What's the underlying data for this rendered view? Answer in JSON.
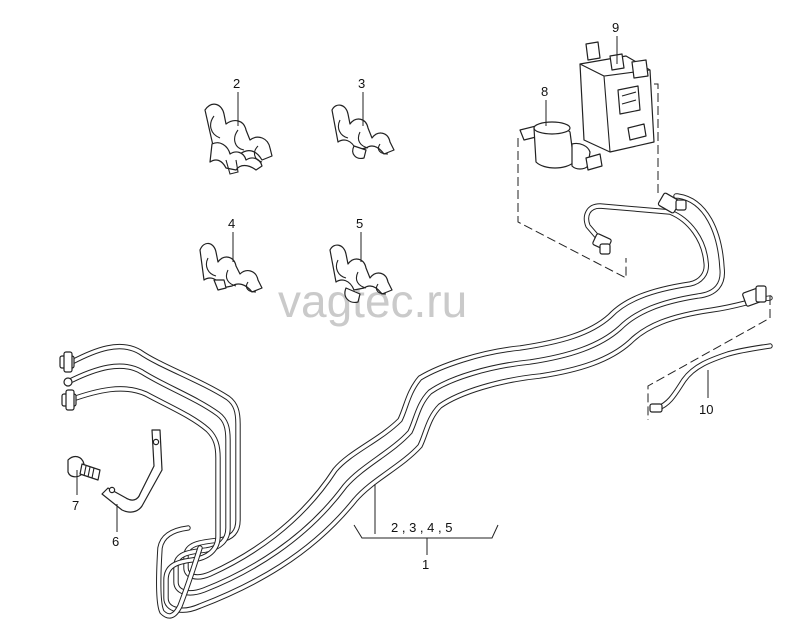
{
  "watermark": "vagtec.ru",
  "callouts": {
    "p1": "1",
    "p2": "2",
    "p3": "3",
    "p4": "4",
    "p5": "5",
    "p6": "6",
    "p7": "7",
    "p8": "8",
    "p9": "9",
    "p10": "10",
    "group": "2 , 3 , 4 , 5"
  }
}
